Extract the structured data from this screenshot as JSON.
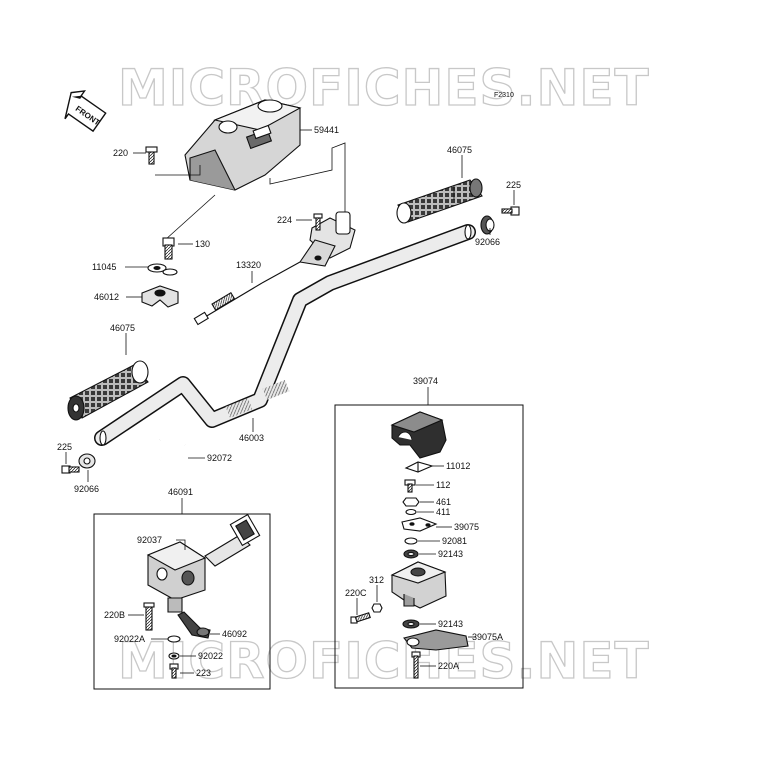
{
  "watermark": {
    "top": "MICROFICHES.NET",
    "bottom": "MICROFICHES.NET"
  },
  "figure_code": "F2310",
  "front_badge": "FRONT",
  "labels": {
    "p59441": "59441",
    "p220": "220",
    "p46075_top": "46075",
    "p225_top": "225",
    "p224": "224",
    "p130": "130",
    "p11045": "11045",
    "p13320": "13320",
    "p46012": "46012",
    "p92066_top": "92066",
    "p46075_left": "46075",
    "p39074": "39074",
    "p46003": "46003",
    "p225_left": "225",
    "p92072": "92072",
    "p92066_left": "92066",
    "p11012": "11012",
    "p112": "112",
    "p461": "461",
    "p411": "411",
    "p39075": "39075",
    "p92081": "92081",
    "p92143_a": "92143",
    "p46091": "46091",
    "p92037": "92037",
    "p312": "312",
    "p220C": "220C",
    "p220B": "220B",
    "p92143_b": "92143",
    "p46092": "46092",
    "p39075A": "39075A",
    "p92022A": "92022A",
    "p92022": "92022",
    "p220A": "220A",
    "p223": "223"
  }
}
